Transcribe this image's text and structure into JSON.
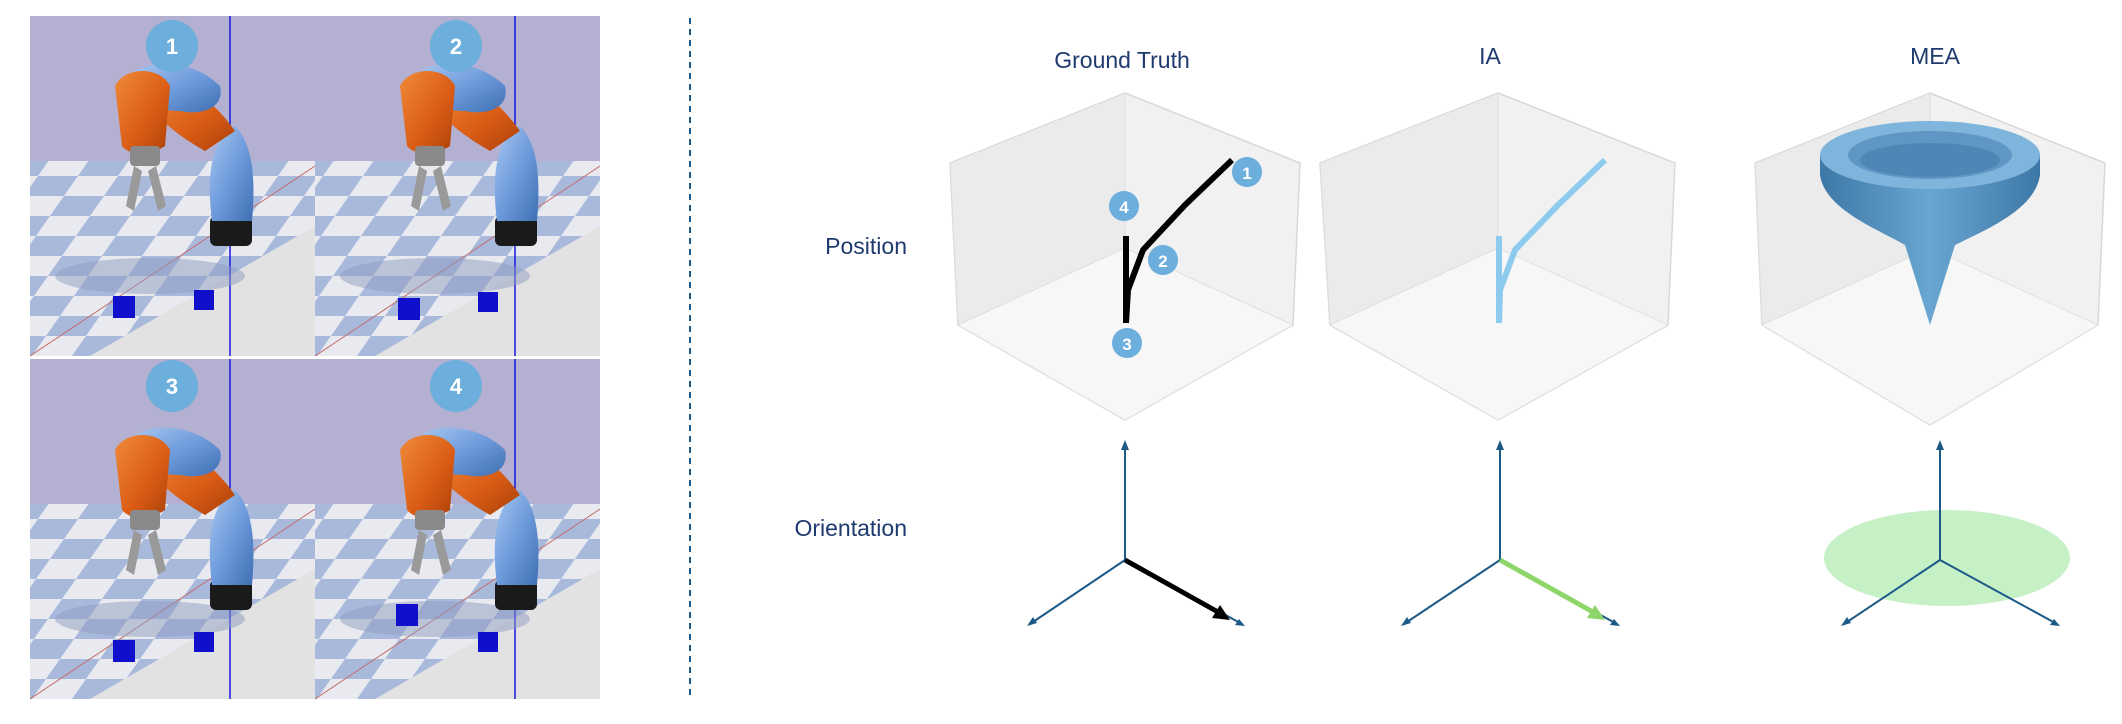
{
  "panels": [
    {
      "badge": "1"
    },
    {
      "badge": "2"
    },
    {
      "badge": "3"
    },
    {
      "badge": "4"
    }
  ],
  "columns": {
    "ground_truth": "Ground Truth",
    "ia": "IA",
    "mea": "MEA"
  },
  "rows": {
    "position": "Position",
    "orientation": "Orientation"
  },
  "trajectory_markers": [
    "1",
    "2",
    "3",
    "4"
  ],
  "colors": {
    "sky": "#b3b0d2",
    "floor": "#a9b9dc",
    "robot_orange": "#d95b14",
    "robot_blue": "#6f9cdd",
    "cube": "#1010cc",
    "badge": "#6caedc",
    "axis": "#1d5a87",
    "ground_truth_path": "#000000",
    "ia_path": "#8ccbee",
    "ia_arrow": "#8ed66a",
    "mea_funnel": "#5d9bc7",
    "mea_disk": "#c6f0c6",
    "label": "#1f3a6e",
    "divider": "#1d5a87"
  }
}
